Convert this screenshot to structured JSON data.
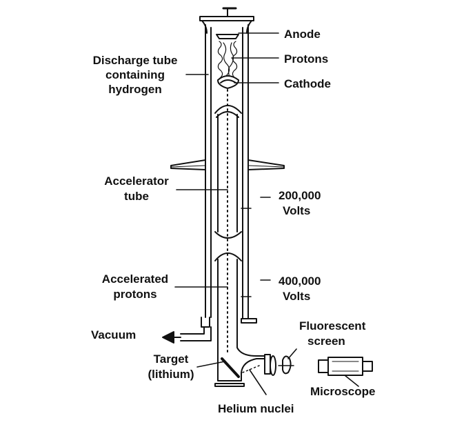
{
  "labels": {
    "anode": "Anode",
    "protons": "Protons",
    "cathode": "Cathode",
    "discharge_tube": [
      "Discharge tube",
      "containing",
      "hydrogen"
    ],
    "accelerator_tube": [
      "Accelerator",
      "tube"
    ],
    "volts_200k": [
      "200,000",
      "Volts"
    ],
    "accelerated_protons": [
      "Accelerated",
      "protons"
    ],
    "volts_400k": [
      "400,000",
      "Volts"
    ],
    "vacuum": "Vacuum",
    "fluorescent_screen": [
      "Fluorescent",
      "screen"
    ],
    "target": [
      "Target",
      "(lithium)"
    ],
    "microscope": "Microscope",
    "helium_nuclei": "Helium nuclei"
  },
  "colors": {
    "ink": "#111111",
    "background": "#ffffff"
  }
}
